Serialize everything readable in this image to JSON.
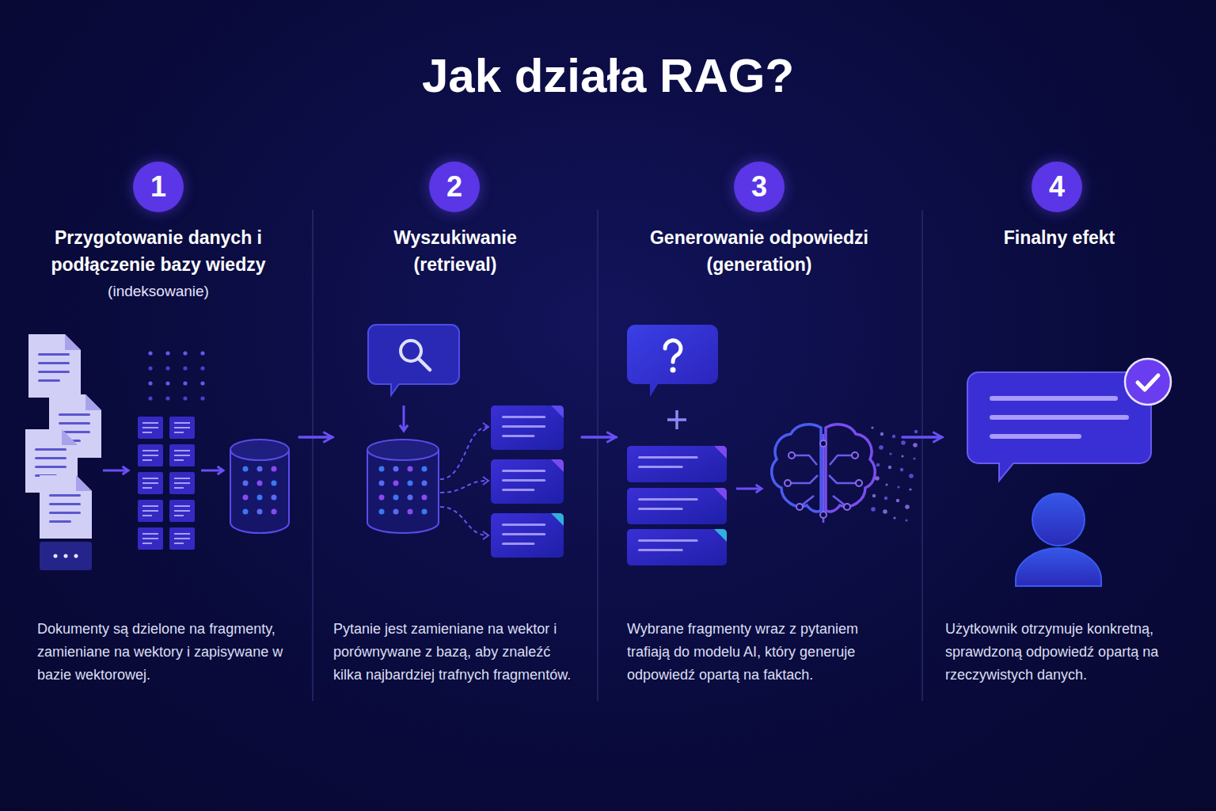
{
  "diagram": {
    "title": "Jak działa RAG?",
    "nodes": [
      {
        "text": [
          "1",
          "Przygotowanie danych i podłączenie bazy wiedzy",
          "(indeksowanie)",
          "Dokumenty są dzielone na fragmenty, zamieniane na wektory i zapisywane w bazie wektorowej."
        ]
      },
      {
        "text": [
          "2",
          "Wyszukiwanie (retrieval)",
          "Pytanie jest zamieniane na wektor i porównywane z bazą, aby znaleźć kilka najbardziej trafnych fragmentów."
        ]
      },
      {
        "text": [
          "3",
          "Generowanie odpowiedzi (generation)",
          "Wybrane fragmenty wraz z pytaniem trafiają do modelu AI, który generuje odpowiedź opartą na faktach."
        ]
      },
      {
        "text": [
          "4",
          "Finalny efekt",
          "Użytkownik otrzymuje konkretną, sprawdzoną odpowiedź opartą na rzeczywistych danych."
        ]
      }
    ],
    "edges": [
      {
        "from": 0,
        "to": 1,
        "arrow": "to"
      },
      {
        "from": 1,
        "to": 2,
        "arrow": "to"
      },
      {
        "from": 2,
        "to": 3,
        "arrow": "to"
      }
    ]
  }
}
